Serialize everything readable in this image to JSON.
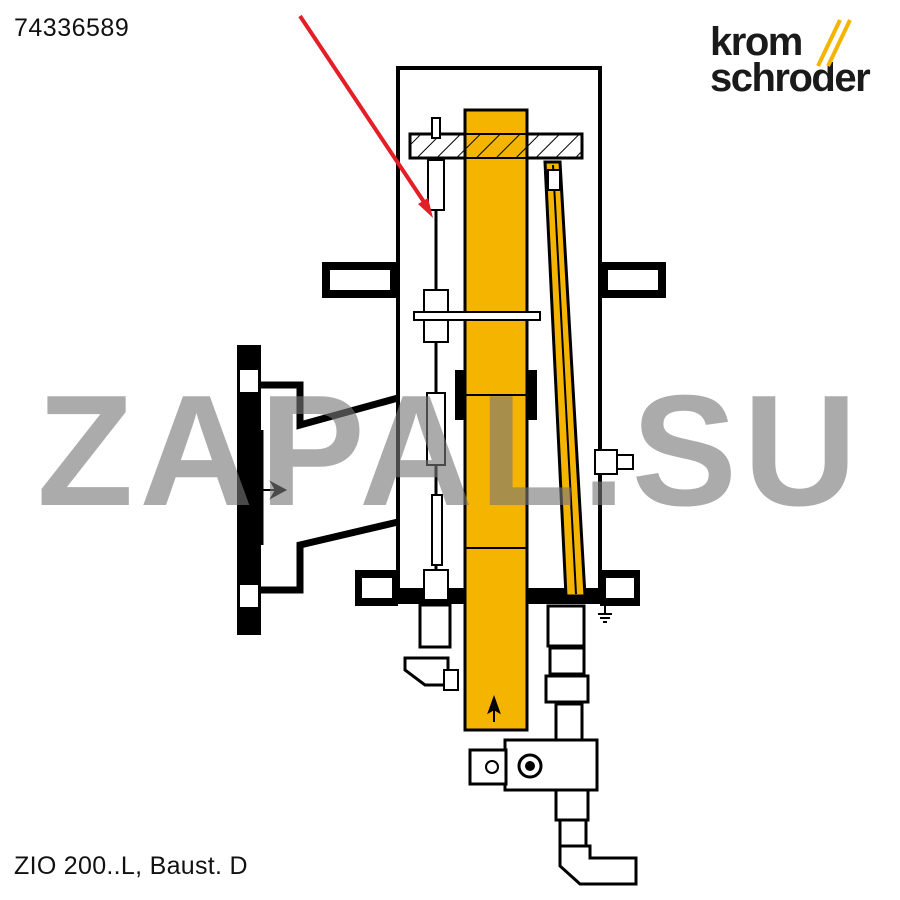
{
  "part_number": "74336589",
  "caption": "ZIO 200..L, Baust. D",
  "logo": {
    "line1": "krom",
    "line2": "schroder",
    "accent": "#f5b400"
  },
  "watermark": "ZAPAL.SU",
  "colors": {
    "burner_tube": "#f5b400",
    "pointer_arrow": "#e41e26",
    "outline": "#000000"
  },
  "icons": {
    "pointer": "red-arrow-icon",
    "flow": "flow-arrow-icon",
    "ground": "ground-icon"
  }
}
